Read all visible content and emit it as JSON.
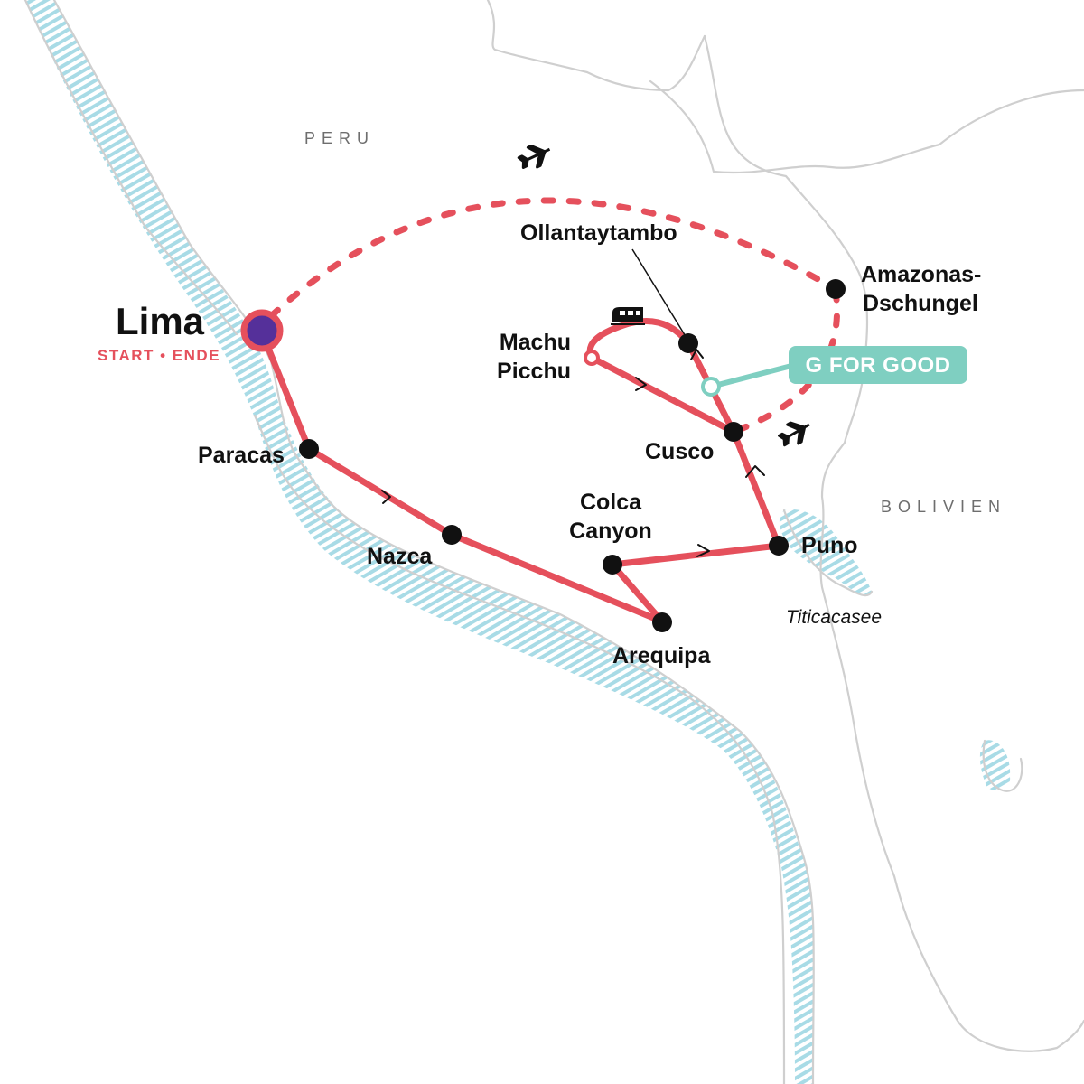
{
  "countries": {
    "peru": "PERU",
    "bolivia": "BOLIVIEN"
  },
  "lake": "Titicacasee",
  "start": {
    "name": "Lima",
    "sub": "START • ENDE"
  },
  "stops": {
    "paracas": "Paracas",
    "nazca": "Nazca",
    "arequipa": "Arequipa",
    "colca_line1": "Colca",
    "colca_line2": "Canyon",
    "puno": "Puno",
    "cusco": "Cusco",
    "machu_line1": "Machu",
    "machu_line2": "Picchu",
    "ollantaytambo": "Ollantaytambo",
    "amazon_line1": "Amazonas-",
    "amazon_line2": "Dschungel"
  },
  "badge": {
    "label": "G FOR GOOD"
  },
  "icons": {
    "flight_out": "airplane-icon",
    "flight_back": "airplane-icon",
    "train": "train-icon"
  },
  "colors": {
    "route": "#e5505c",
    "start_fill": "#55309a",
    "badge": "#7fcfc1",
    "stop": "#111111",
    "coast": "#9fd6e2"
  }
}
